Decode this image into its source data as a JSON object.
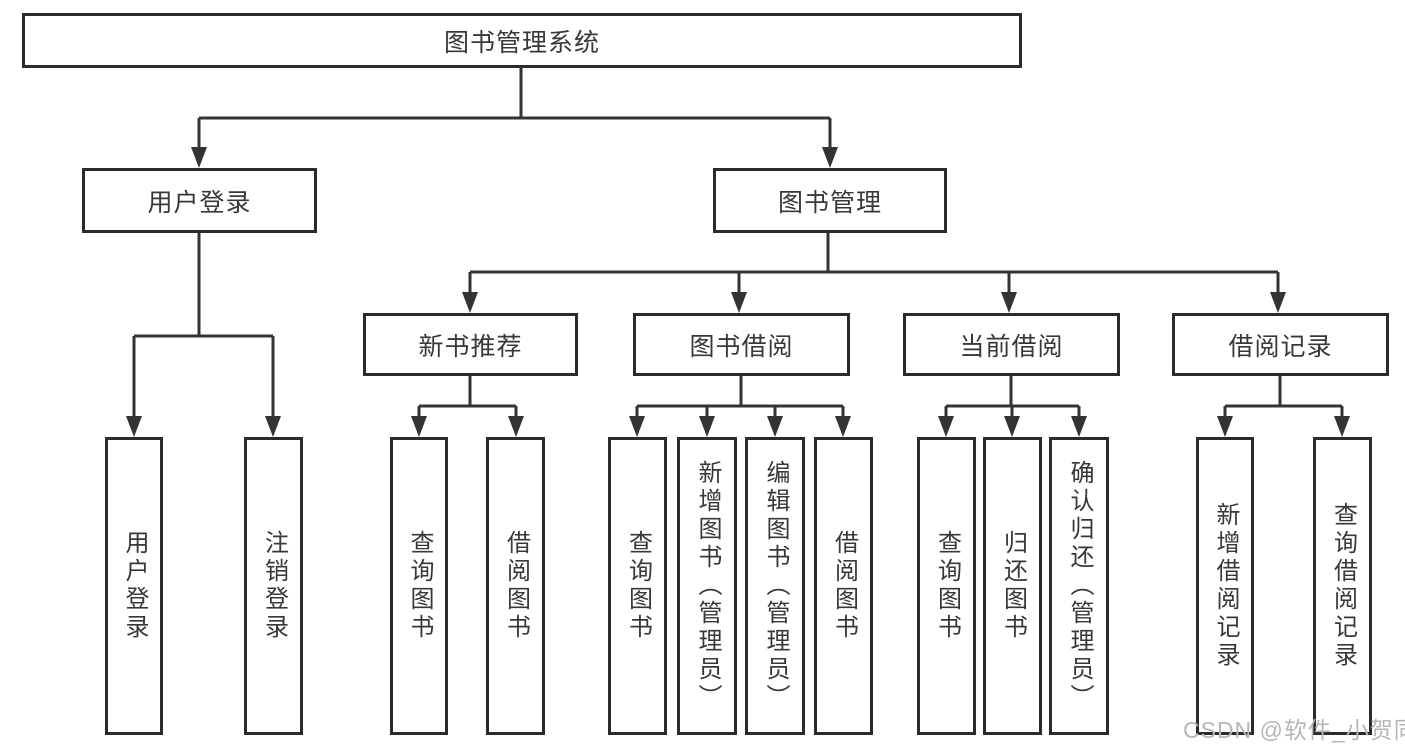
{
  "tree": {
    "root": {
      "label": "图书管理系统"
    },
    "branches": [
      {
        "label": "用户登录",
        "children": [
          {
            "label": "用户登录"
          },
          {
            "label": "注销登录"
          }
        ]
      },
      {
        "label": "图书管理",
        "children": [
          {
            "label": "新书推荐",
            "children": [
              {
                "label": "查询图书"
              },
              {
                "label": "借阅图书"
              }
            ]
          },
          {
            "label": "图书借阅",
            "children": [
              {
                "label": "查询图书"
              },
              {
                "label": "新增图书（管理员）"
              },
              {
                "label": "编辑图书（管理员）"
              },
              {
                "label": "借阅图书"
              }
            ]
          },
          {
            "label": "当前借阅",
            "children": [
              {
                "label": "查询图书"
              },
              {
                "label": "归还图书"
              },
              {
                "label": "确认归还（管理员）"
              }
            ]
          },
          {
            "label": "借阅记录",
            "children": [
              {
                "label": "新增借阅记录"
              },
              {
                "label": "查询借阅记录"
              }
            ]
          }
        ]
      }
    ]
  },
  "watermark": {
    "text": "CSDN @软件_小贺同学"
  },
  "colors": {
    "line": "#333333",
    "box_border": "#2b2b2b",
    "text": "#383838",
    "watermark": "#b6b6b6"
  }
}
